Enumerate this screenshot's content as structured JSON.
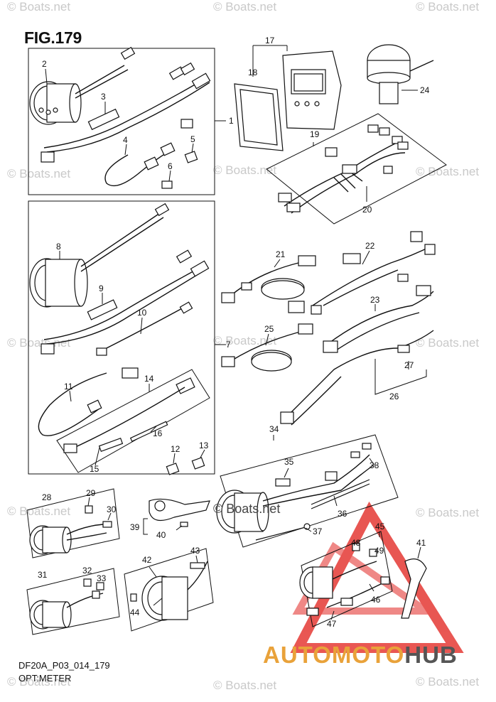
{
  "figure": {
    "title": "FIG.179",
    "code": "DF20A_P03_014_179",
    "name": "OPT:METER"
  },
  "watermark": {
    "text": "© Boats.net",
    "center_text": "© Boats.net"
  },
  "brand": {
    "part1": "AUTOMOTO",
    "part2": "HUB",
    "color_primary": "#e9a23a",
    "color_secondary": "#555555",
    "triangle_color": "#e53935"
  },
  "callouts": [
    "1",
    "2",
    "3",
    "4",
    "5",
    "6",
    "7",
    "8",
    "9",
    "10",
    "11",
    "12",
    "13",
    "14",
    "15",
    "16",
    "17",
    "18",
    "19",
    "20",
    "21",
    "22",
    "23",
    "24",
    "25",
    "26",
    "27",
    "28",
    "29",
    "30",
    "31",
    "32",
    "33",
    "34",
    "35",
    "36",
    "37",
    "38",
    "39",
    "40",
    "41",
    "42",
    "43",
    "44",
    "45",
    "46",
    "47",
    "48",
    "49"
  ]
}
